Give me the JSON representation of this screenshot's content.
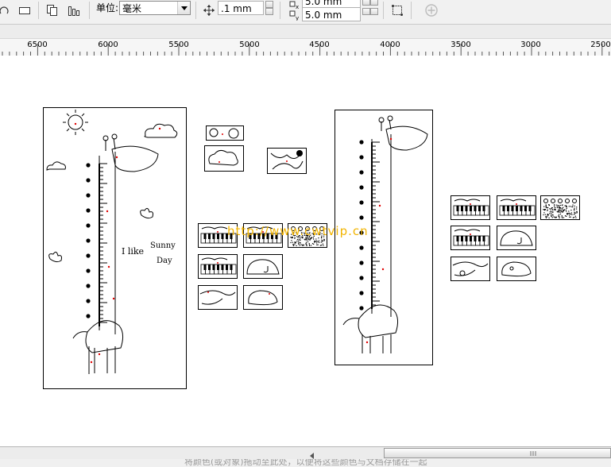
{
  "property_bar": {
    "units_label": "单位:",
    "units_value": "毫米",
    "nudge_value": ".1 mm",
    "dup_x_value": "5.0 mm",
    "dup_y_value": "5.0 mm"
  },
  "ruler": {
    "labels": [
      "6500",
      "6000",
      "5500",
      "5000",
      "4500",
      "4000",
      "3500",
      "3000",
      "2500"
    ]
  },
  "canvas": {
    "watermark": "http://www.cwtvip.cn",
    "art_text_1": "I like",
    "art_text_2": "Sunny",
    "art_text_3": "Day"
  },
  "status": {
    "text": "将颜色(或对象)拖动至此处，以便将这些颜色与文档存储在一起"
  },
  "colors": {
    "watermark": "#f2b400",
    "marks": "#e00000"
  }
}
